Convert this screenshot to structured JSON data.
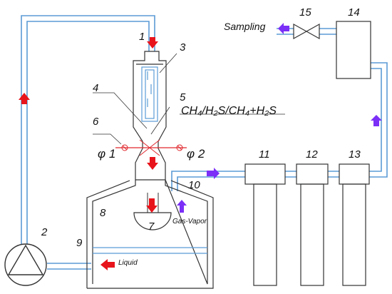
{
  "labels": {
    "n1": "1",
    "n2": "2",
    "n3": "3",
    "n4": "4",
    "n5": "5",
    "n6": "6",
    "n7": "7",
    "n8": "8",
    "n9": "9",
    "n10": "10",
    "n11": "11",
    "n12": "12",
    "n13": "13",
    "n14": "14",
    "n15": "15"
  },
  "text": {
    "sampling": "Sampling",
    "gas_formula": "CH₄/H₂S/CH₄+H₂S",
    "phi1": "φ 1",
    "phi2": "φ 2",
    "gas_vapor": "Gas-Vapor",
    "liquid": "Liquid"
  },
  "colors": {
    "pipe": "#5b9bd5",
    "outline": "#333333",
    "flow_arrow": "#e8141b",
    "gas_arrow": "#7b2ff7",
    "laser": "#e0282e"
  },
  "icons": [
    "pump-icon",
    "valve-icon"
  ]
}
